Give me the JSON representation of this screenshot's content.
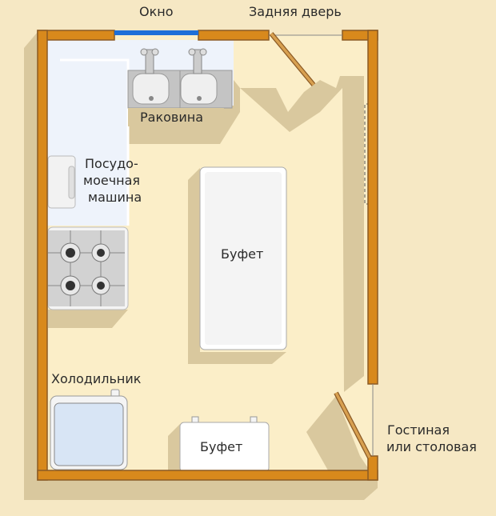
{
  "labels": {
    "window": "Окно",
    "back_door": "Задняя дверь",
    "sink": "Раковина",
    "dishwasher_line1": "Посудо-",
    "dishwasher_line2": "моечная",
    "dishwasher_line3": "машина",
    "island_buffet": "Буфет",
    "fridge": "Холодильник",
    "small_buffet": "Буфет",
    "living_line1": "Гостиная",
    "living_line2": "или столовая"
  },
  "colors": {
    "background": "#f6e8c4",
    "floor": "#fbeec8",
    "shadow": "#d9c89e",
    "wall_outer": "#8b5a25",
    "wall_inner": "#d8891c",
    "window": "#1e6fd8",
    "counter": "#eef3fb"
  }
}
